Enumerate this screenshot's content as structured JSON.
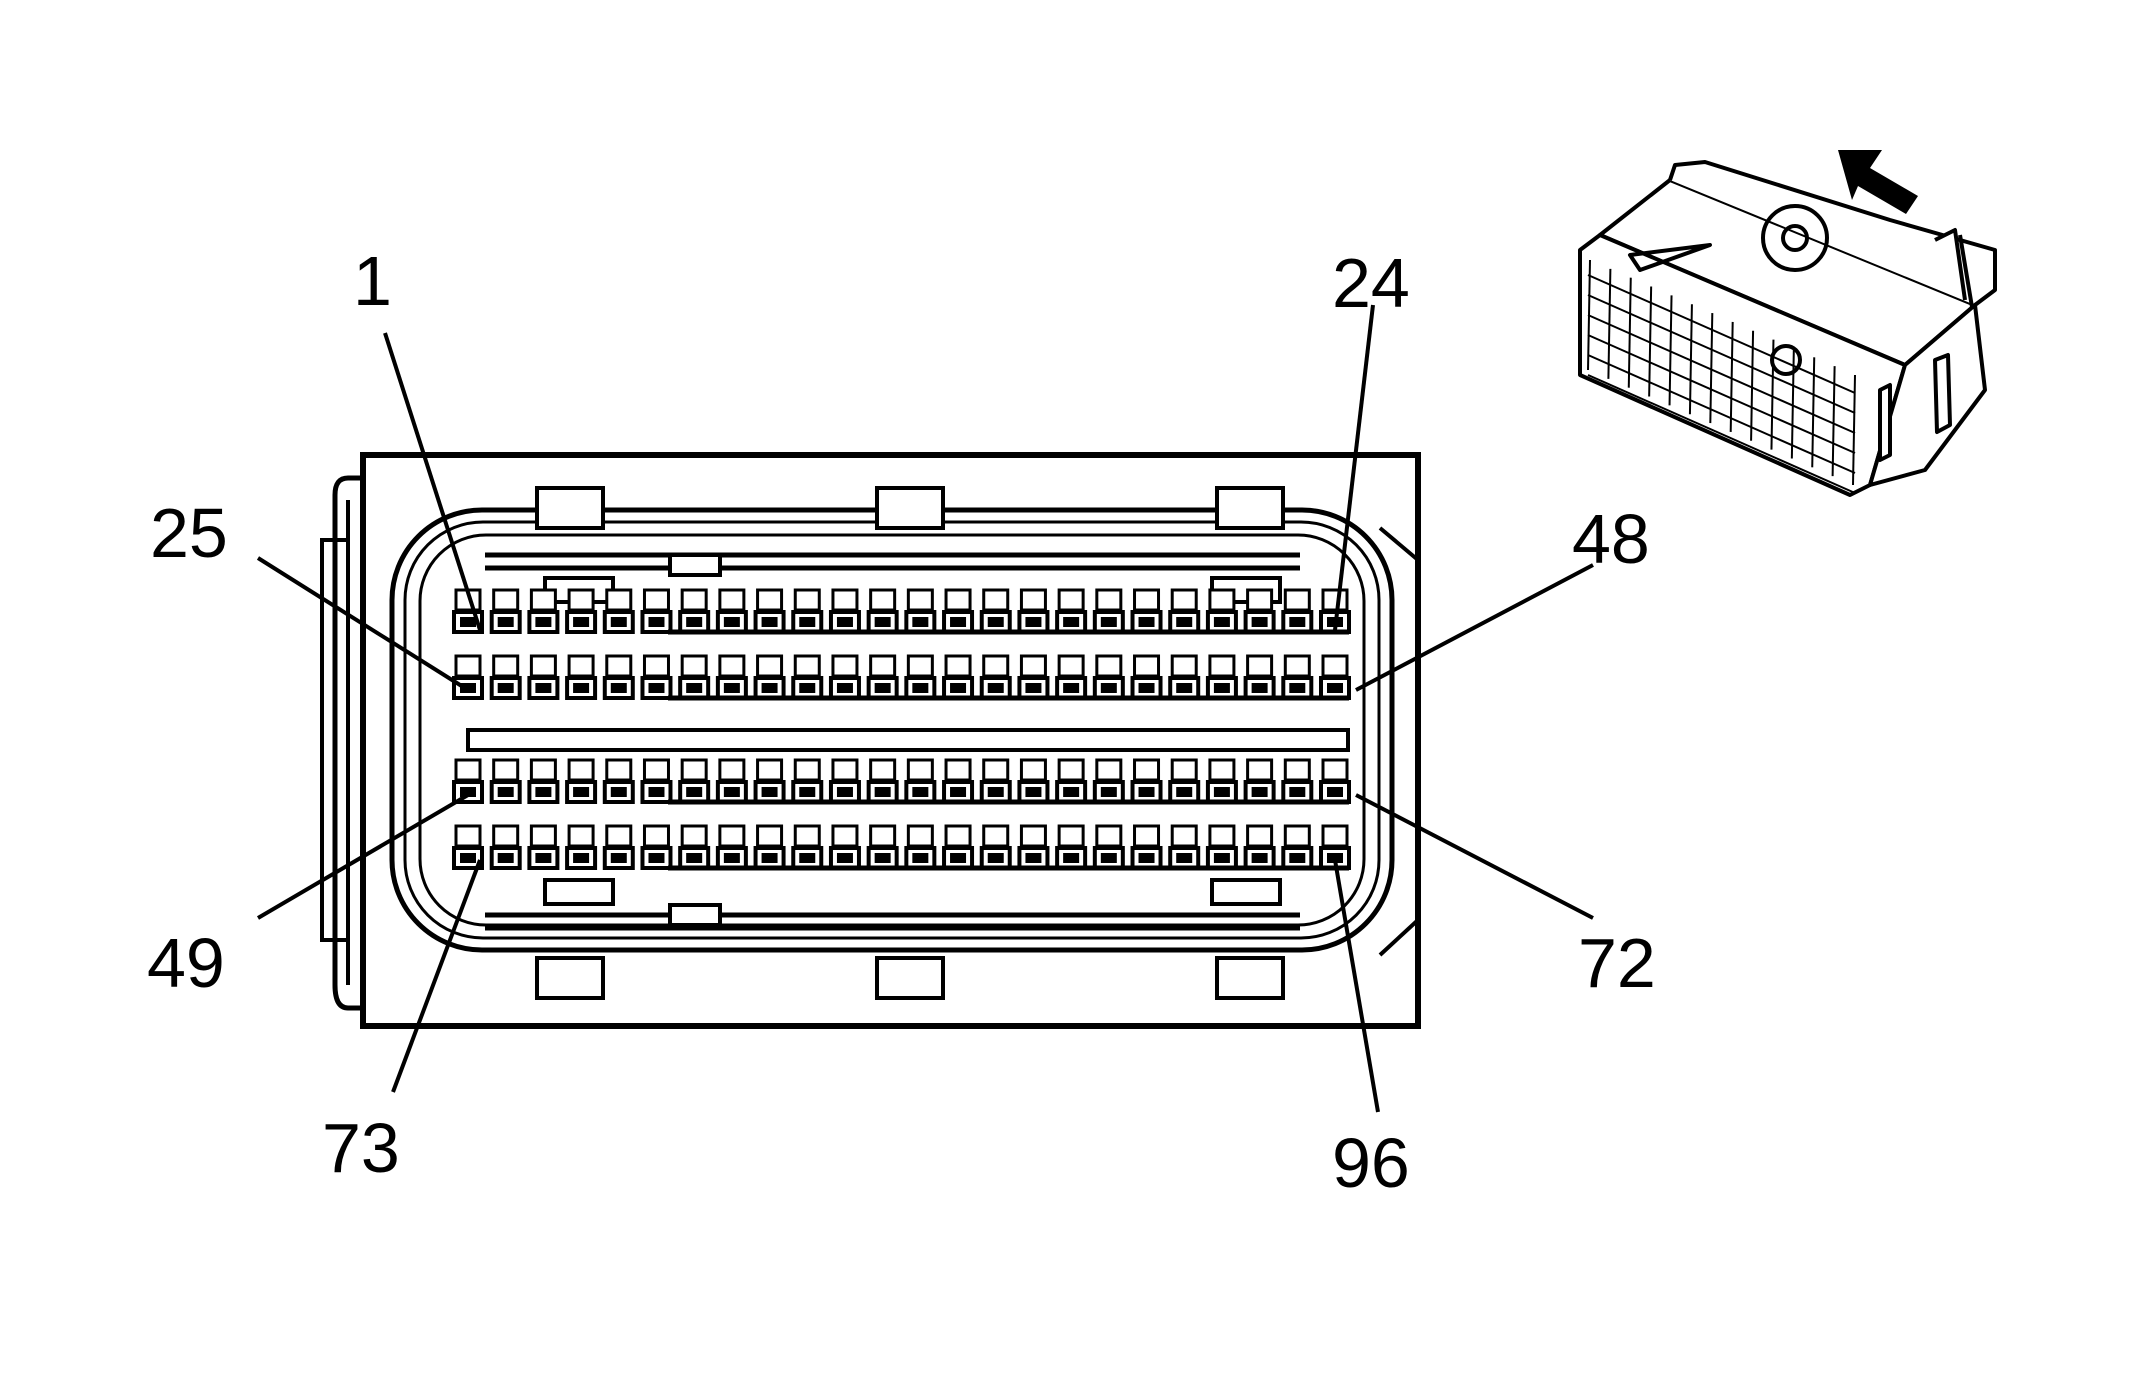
{
  "diagram": {
    "type": "connector-face-view",
    "pin_count": 96,
    "rows": 4,
    "pins_per_row": 24,
    "pin_labels": [
      "1",
      "24",
      "25",
      "48",
      "49",
      "72",
      "73",
      "96"
    ],
    "inset_icon": "connector-isometric-icon",
    "direction_icon": "arrow-up-left-icon",
    "colors": {
      "line": "#000000",
      "background": "#ffffff"
    }
  }
}
